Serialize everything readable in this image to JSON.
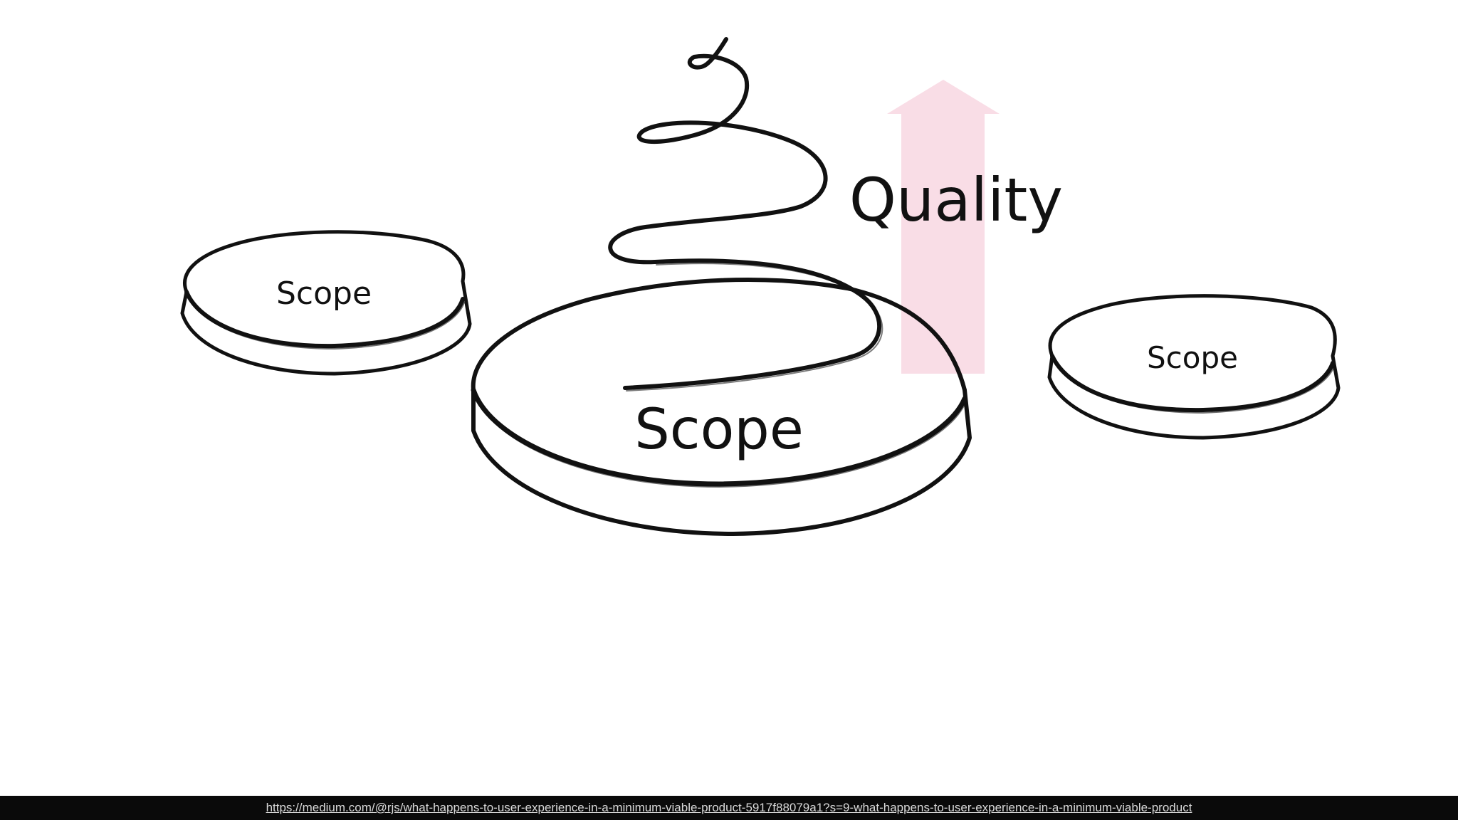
{
  "diagram": {
    "labels": {
      "scope_left": "Scope",
      "scope_center": "Scope",
      "scope_right": "Scope",
      "quality": "Quality"
    },
    "colors": {
      "ink": "#111111",
      "arrow": "#f9dde6",
      "background": "#ffffff"
    }
  },
  "footer": {
    "link_text": "https://medium.com/@rjs/what-happens-to-user-experience-in-a-minimum-viable-product-5917f88079a1?s=9-what-happens-to-user-experience-in-a-minimum-viable-product",
    "background": "#0a0a0a"
  }
}
